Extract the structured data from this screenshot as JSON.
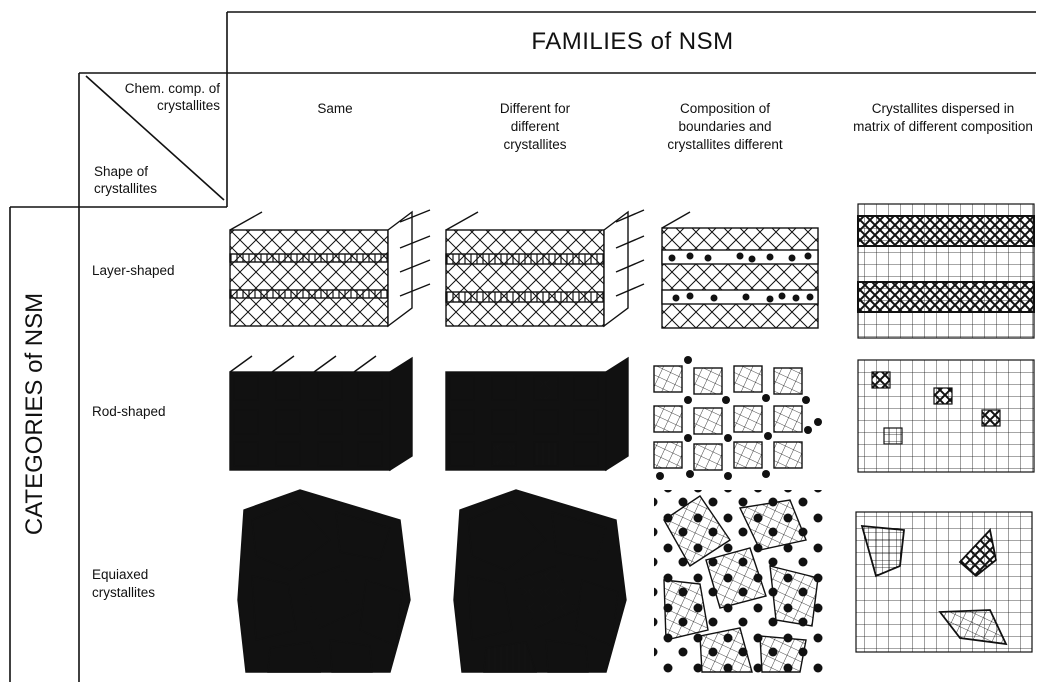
{
  "families_title": "FAMILIES of NSM",
  "categories_title": "CATEGORIES of NSM",
  "corner": {
    "top_label": "Chem. comp. of crystallites",
    "bottom_label": "Shape of crystallites"
  },
  "column_headers": [
    "Same",
    "Different for different crystallites",
    "Composition of boundaries and crystallites different",
    "Crystallites dispersed in matrix of different composition"
  ],
  "row_labels": [
    "Layer-shaped",
    "Rod-shaped",
    "Equiaxed crystallites"
  ]
}
